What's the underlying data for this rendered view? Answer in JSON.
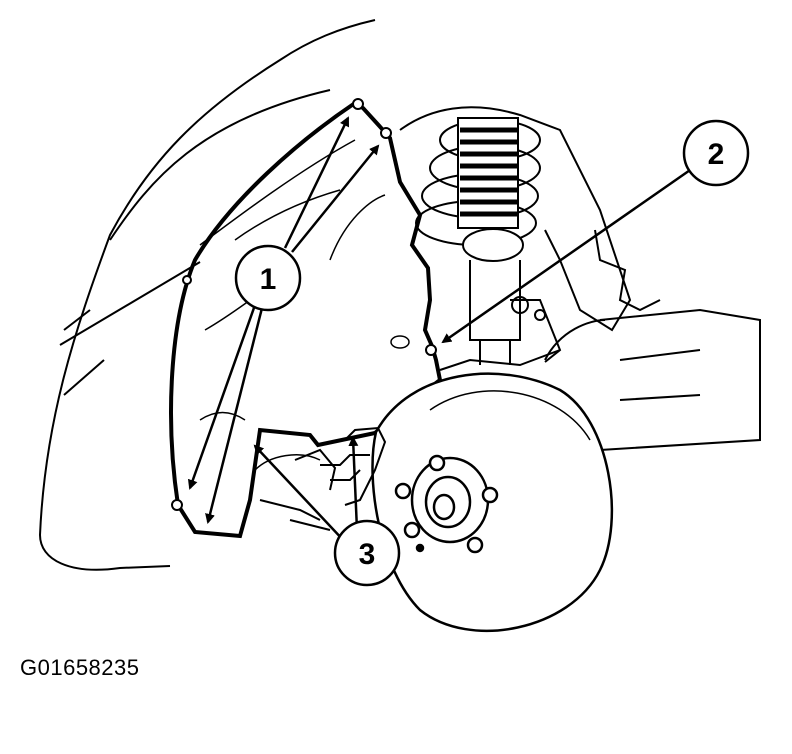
{
  "figure": {
    "id": "G01658235",
    "callouts": [
      {
        "label": "1"
      },
      {
        "label": "2"
      },
      {
        "label": "3"
      }
    ],
    "colors": {
      "line": "#000000",
      "background": "#ffffff"
    }
  }
}
